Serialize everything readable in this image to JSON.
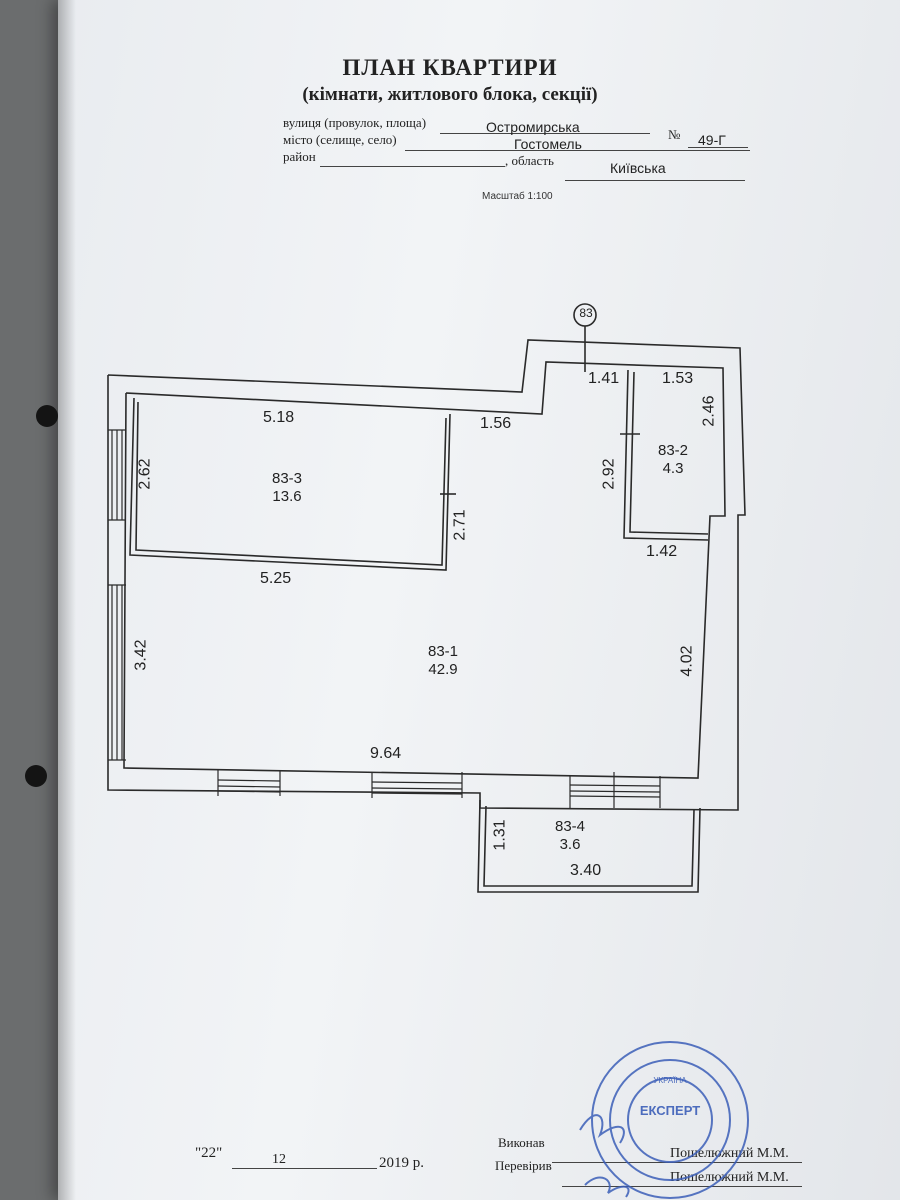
{
  "document": {
    "title": "ПЛАН КВАРТИРИ",
    "subtitle": "(кімнати, житлового блока, секції)",
    "street_label": "вулиця (провулок, площа)",
    "street_value": "Остромирська",
    "number_label": "№",
    "number_value": "49-Г",
    "city_label": "місто (селище, село)",
    "city_value": "Гостомель",
    "district_label": "район",
    "oblast_label": ", область",
    "oblast_value": "Київська",
    "scale": "Масштаб 1:100"
  },
  "plan": {
    "marker": "83",
    "rooms": [
      {
        "id": "83-3",
        "area": "13.6"
      },
      {
        "id": "83-2",
        "area": "4.3"
      },
      {
        "id": "83-1",
        "area": "42.9"
      },
      {
        "id": "83-4",
        "area": "3.6"
      }
    ],
    "dimensions": {
      "d_5_18": "5.18",
      "d_1_56": "1.56",
      "d_1_41": "1.41",
      "d_1_53": "1.53",
      "d_2_46": "2.46",
      "d_2_62": "2.62",
      "d_2_92": "2.92",
      "d_2_71": "2.71",
      "d_1_42": "1.42",
      "d_5_25": "5.25",
      "d_3_42": "3.42",
      "d_4_02": "4.02",
      "d_9_64": "9.64",
      "d_1_31": "1.31",
      "d_3_40": "3.40"
    }
  },
  "footer": {
    "date_day": "\"22\"",
    "date_month": "12",
    "date_year": "2019 р.",
    "executed_label": "Виконав",
    "executed_name": "Пошелюжний М.М.",
    "checked_label": "Перевірив",
    "checked_name": "Пошелюжний М.М."
  },
  "stamp": {
    "center_text": "ЕКСПЕРТ",
    "country": "УКРАЇНА"
  }
}
